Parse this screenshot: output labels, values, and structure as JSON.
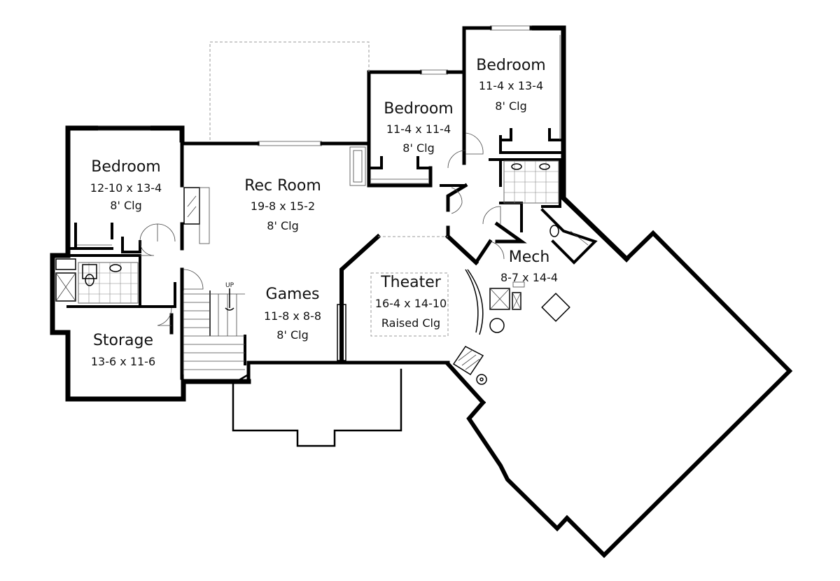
{
  "rooms": {
    "bedroom_left": {
      "name": "Bedroom",
      "size": "12-10 x 13-4",
      "ceiling": "8' Clg"
    },
    "bedroom_mid": {
      "name": "Bedroom",
      "size": "11-4 x 11-4",
      "ceiling": "8' Clg"
    },
    "bedroom_right": {
      "name": "Bedroom",
      "size": "11-4 x 13-4",
      "ceiling": "8' Clg"
    },
    "rec_room": {
      "name": "Rec Room",
      "size": "19-8 x 15-2",
      "ceiling": "8' Clg"
    },
    "games": {
      "name": "Games",
      "size": "11-8 x 8-8",
      "ceiling": "8' Clg"
    },
    "theater": {
      "name": "Theater",
      "size": "16-4 x 14-10",
      "ceiling": "Raised Clg"
    },
    "mech": {
      "name": "Mech",
      "size": "8-7 x 14-4"
    },
    "storage": {
      "name": "Storage",
      "size": "13-6 x 11-6"
    }
  },
  "stair": {
    "label": "UP"
  }
}
